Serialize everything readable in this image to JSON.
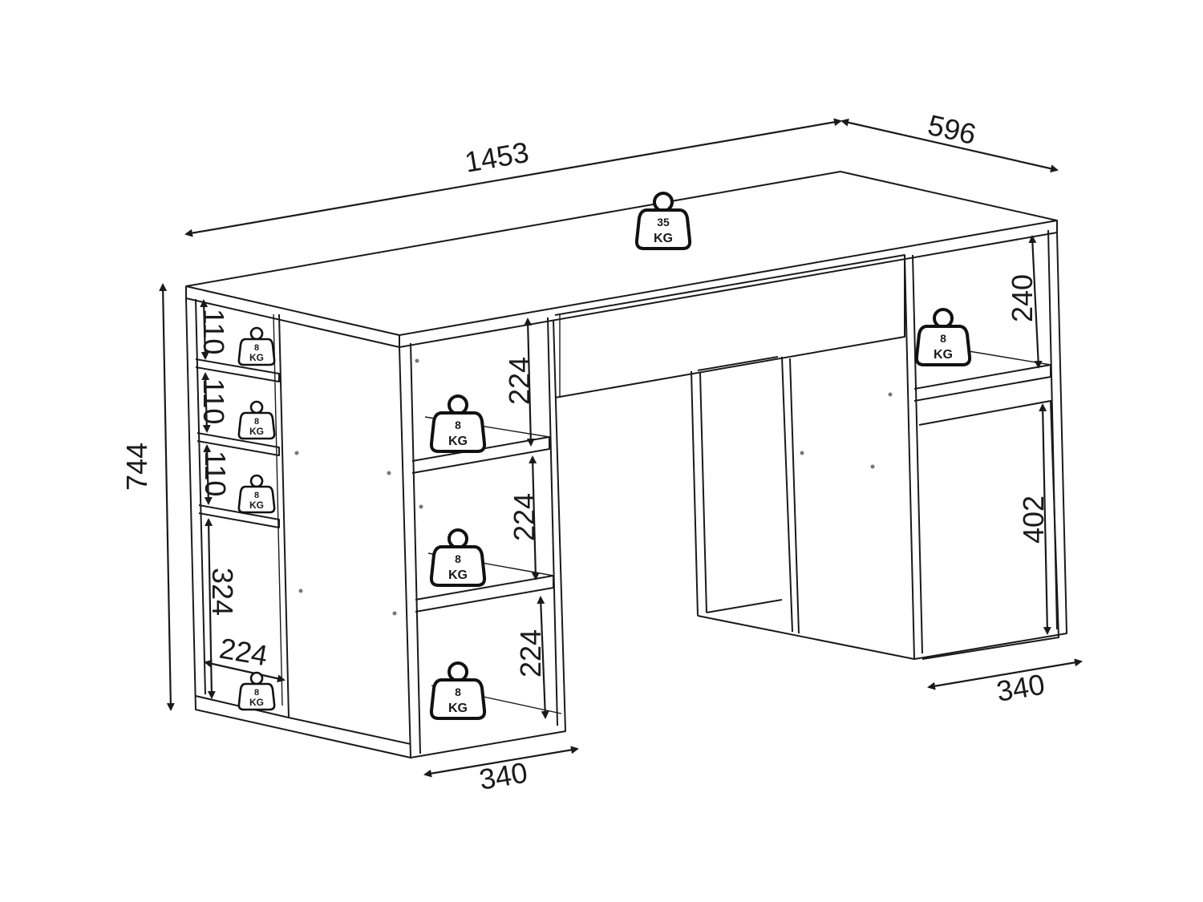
{
  "dimensions": {
    "width": "1453",
    "depth": "596",
    "height": "744",
    "base_left": "340",
    "base_right": "340",
    "left_shelf_1": "110",
    "left_shelf_2": "110",
    "left_shelf_3": "110",
    "left_bottom_height": "324",
    "left_bottom_width": "224",
    "middle_shelf_1": "224",
    "middle_shelf_2": "224",
    "middle_shelf_3": "224",
    "right_top": "240",
    "right_bottom": "402"
  },
  "weights": {
    "top": {
      "value": "35",
      "unit": "KG"
    },
    "left_1": {
      "value": "8",
      "unit": "KG"
    },
    "left_2": {
      "value": "8",
      "unit": "KG"
    },
    "left_3": {
      "value": "8",
      "unit": "KG"
    },
    "left_bottom": {
      "value": "8",
      "unit": "KG"
    },
    "middle_1": {
      "value": "8",
      "unit": "KG"
    },
    "middle_2": {
      "value": "8",
      "unit": "KG"
    },
    "middle_3": {
      "value": "8",
      "unit": "KG"
    },
    "right_top": {
      "value": "8",
      "unit": "KG"
    }
  }
}
